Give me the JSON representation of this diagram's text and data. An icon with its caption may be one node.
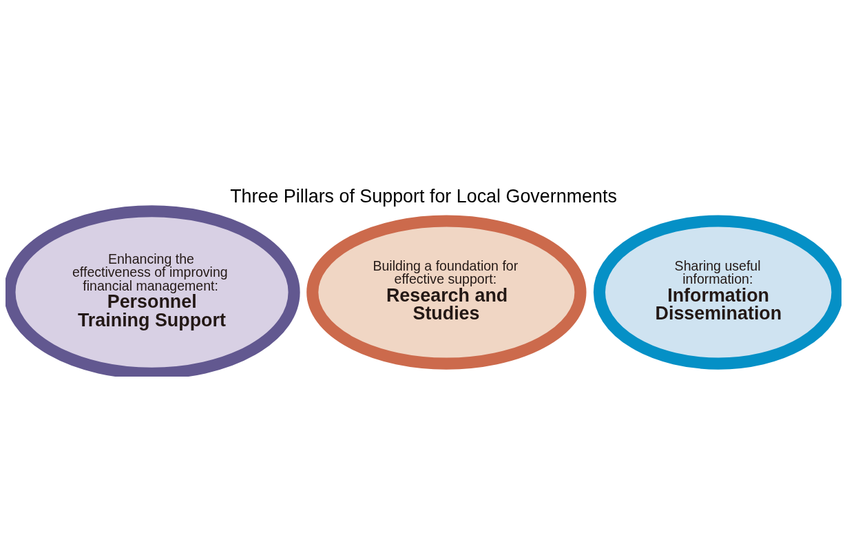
{
  "diagram": {
    "title": "Three Pillars of Support for Local Governments",
    "nodes": [
      {
        "text": [
          "Building a foundation for effective support:",
          "Research and Studies"
        ]
      },
      {
        "text": [
          "Enhancing the effectiveness of improving financial management:",
          "Personnel Training Support"
        ]
      },
      {
        "text": [
          "Sharing useful information:",
          "Information Dissemination"
        ]
      }
    ]
  }
}
